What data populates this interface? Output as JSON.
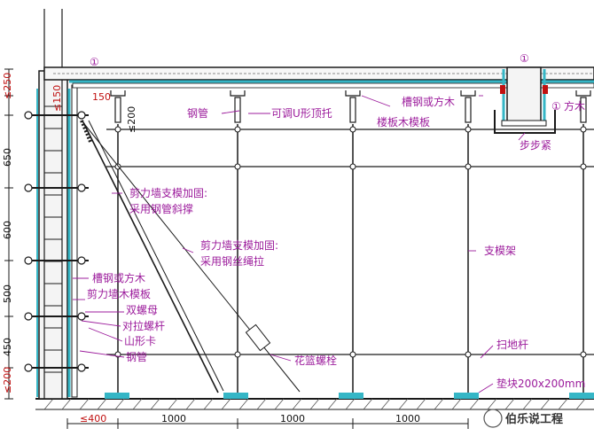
{
  "labels": {
    "steel_pipe_top": "钢管",
    "u_jack": "可调U形顶托",
    "channel_or_timber_top": "槽钢或方木",
    "floor_formwork": "楼板木模板",
    "square_timber_right": "方木",
    "step_tight": "步步紧",
    "wall_brace_pipe_1": "剪力墙支模加固:",
    "wall_brace_pipe_2": "采用钢管斜撑",
    "wall_brace_wire_1": "剪力墙支模加固:",
    "wall_brace_wire_2": "采用钢丝绳拉",
    "support_frame": "支模架",
    "channel_or_timber_wall": "槽钢或方木",
    "wall_formwork": "剪力墙木模板",
    "double_nut": "双螺母",
    "tie_bolt": "对拉螺杆",
    "mountain_clip": "山形卡",
    "steel_pipe_wall": "钢管",
    "turnbuckle": "花篮螺栓",
    "sweep_rod": "扫地杆",
    "pad_block": "垫块200x200mm",
    "detail_marker_left": "①",
    "detail_marker_right": "①",
    "detail_marker_right_small": "①"
  },
  "dimensions": {
    "left_vertical": [
      "≤250",
      "≤150",
      "650",
      "600",
      "500",
      "450",
      "≤200"
    ],
    "top_offset": "150",
    "jack_height": "≤200",
    "bottom": [
      "≤400",
      "1000",
      "1000",
      "1000"
    ]
  },
  "watermark": "伯乐说工程",
  "colors": {
    "label_magenta": "#9c1c9c",
    "formwork_cyan": "#35b6c6",
    "dimension_red": "#c01010",
    "line_dark": "#1a1a1a"
  }
}
